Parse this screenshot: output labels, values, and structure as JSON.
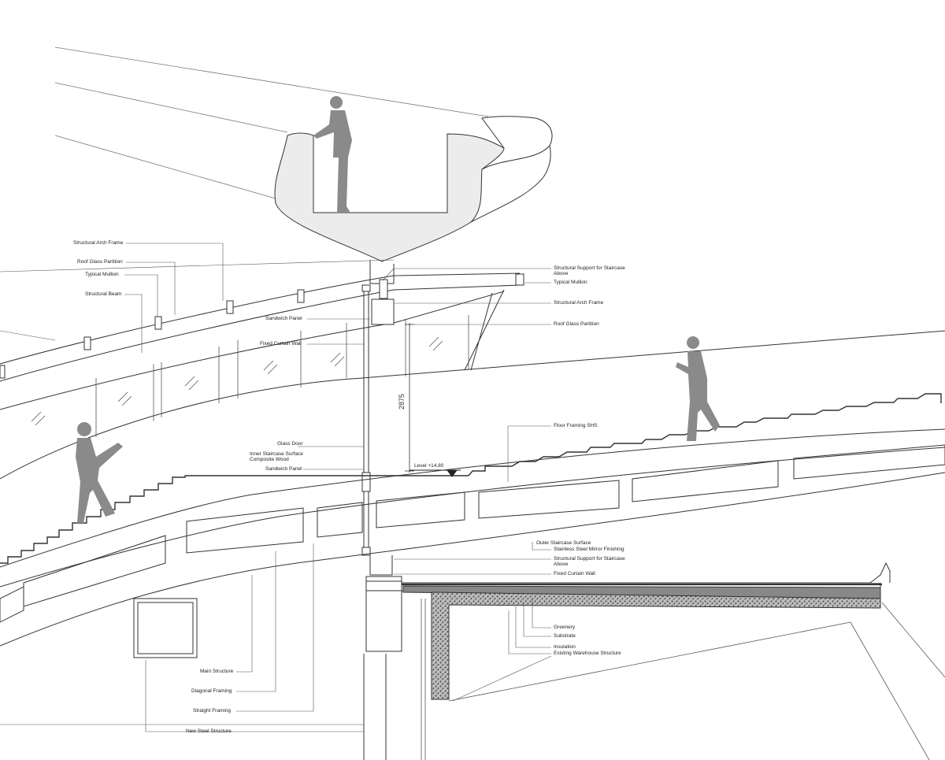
{
  "labels_left": {
    "structural_arch_frame": "Structural Arch Frame",
    "roof_glass_partition": "Roof Glass Partition",
    "typical_mullion": "Typical Mullion",
    "structural_beam": "Structural Beam"
  },
  "labels_center": {
    "sandwich_panel_top": "Sandwich Panel",
    "fixed_curtain_wall": "Fixed Curtain Wall",
    "glass_door": "Glass Door",
    "inner_staircase_surface": "Inner Staircase Surface",
    "composite_wood": "Composite Wood",
    "sandwich_panel_bottom": "Sandwich Panel"
  },
  "labels_right_top": {
    "structural_support_1": "Structural Support for Staircase",
    "structural_support_1b": "Above",
    "typical_mullion": "Typical Mullion",
    "structural_arch_frame": "Structural Arch Frame",
    "roof_glass_partition": "Roof Glass Partition",
    "floor_framing": "Floor Framing SHS"
  },
  "labels_right_bottom": {
    "outer_staircase_surface": "Outer Staircase Surface",
    "stainless_steel": "Stainless Steel Mirror Finishing",
    "structural_support_2": "Structural Support for Staircase",
    "structural_support_2b": "Above",
    "fixed_curtain_wall": "Fixed Curtain Wall",
    "greenery": "Greenery",
    "substrate": "Substrate",
    "insulation": "Insulation",
    "existing_warehouse": "Existing Warehouse Structure"
  },
  "labels_bottom": {
    "main_structure": "Main Structure",
    "diagonal_framing": "Diagonal Framing",
    "straight_framing": "Straight Framing",
    "new_steel_structure": "New Steel Structure"
  },
  "dimension": "2875",
  "level": "Level +14.80",
  "colors": {
    "line": "#3a3a3a",
    "figure": "#8a8a8a",
    "fill": "#ececec",
    "hatch": "#555555"
  }
}
